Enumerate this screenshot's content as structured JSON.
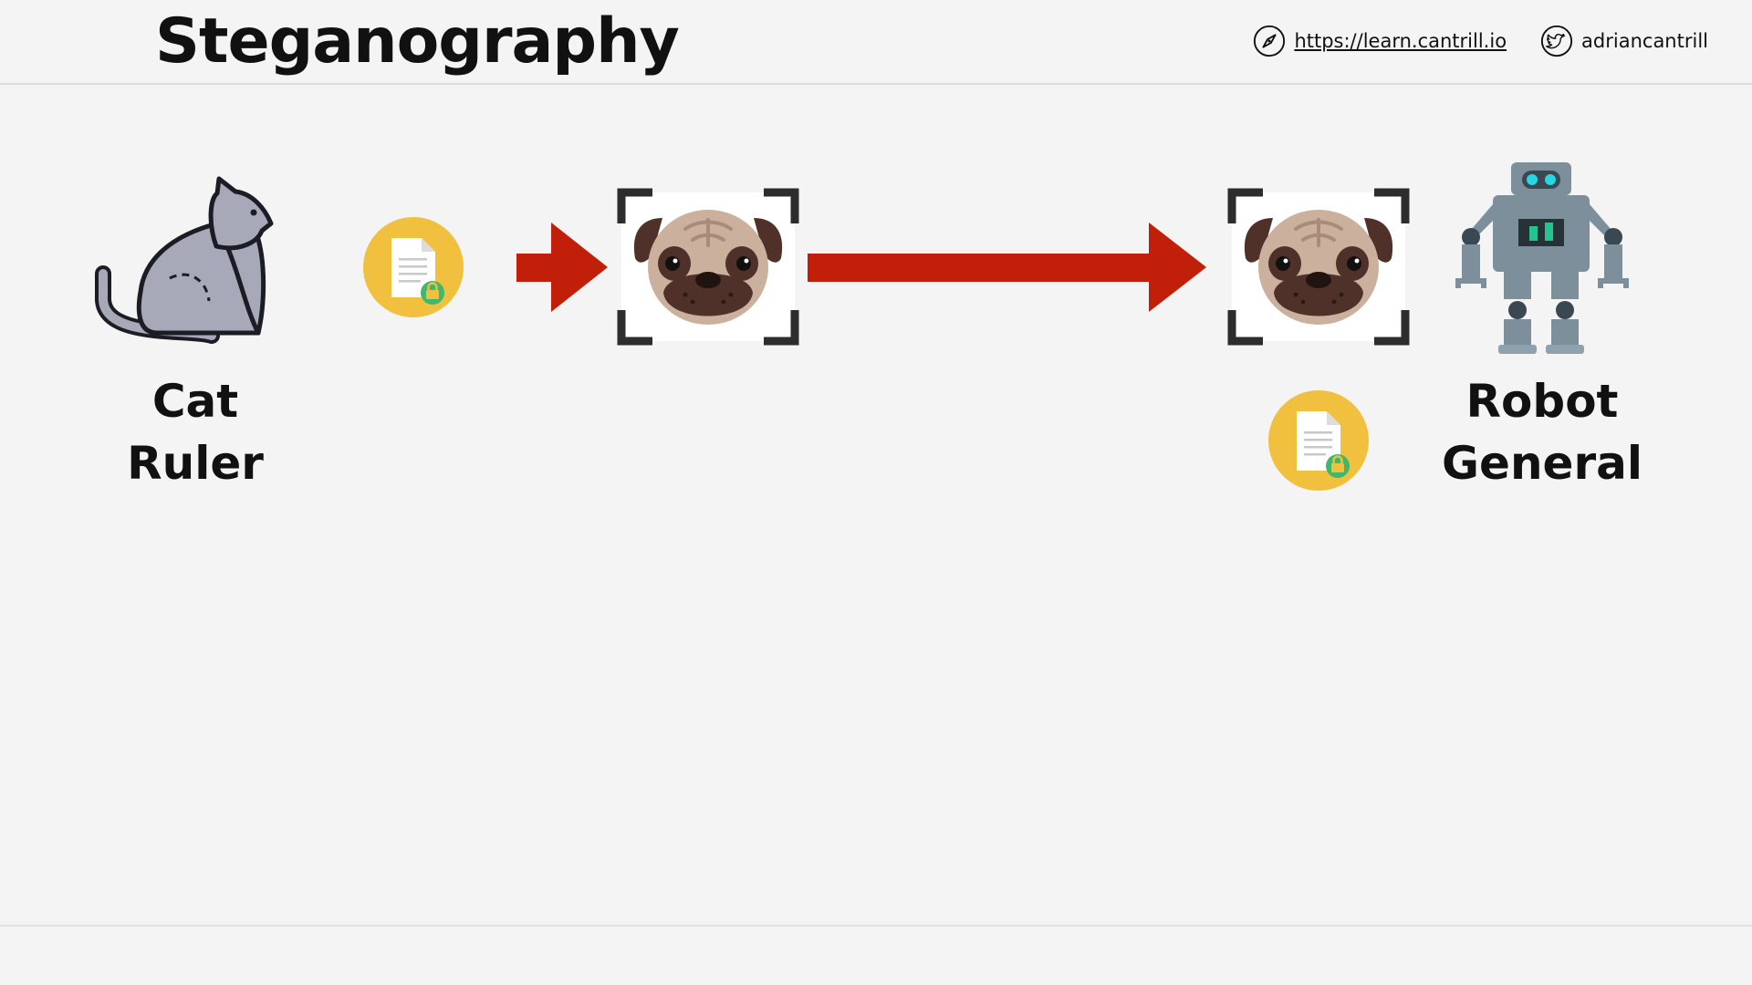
{
  "slide": {
    "title": "Steganography",
    "header": {
      "url": "https://learn.cantrill.io",
      "url_icon": "compass-icon",
      "handle": "adriancantrill",
      "handle_icon": "twitter-bird-icon"
    }
  },
  "diagram": {
    "sender": {
      "name_line1": "Cat",
      "name_line2": "Ruler",
      "icon": "cat-icon"
    },
    "receiver": {
      "name_line1": "Robot",
      "name_line2": "General",
      "icon": "robot-icon"
    },
    "secret_document_icon": "locked-document-icon",
    "carrier_image_icon": "pug-photo-icon",
    "arrow_icon": "arrow-right-icon",
    "colors": {
      "arrow": "#c21f0a",
      "document_badge": "#f0c03e",
      "lock": "#3fb86b",
      "cat": "#a8a9b8",
      "robot": "#7d8f9b",
      "robot_eyes": "#27d6e2",
      "robot_chest": "#25c48f"
    }
  }
}
